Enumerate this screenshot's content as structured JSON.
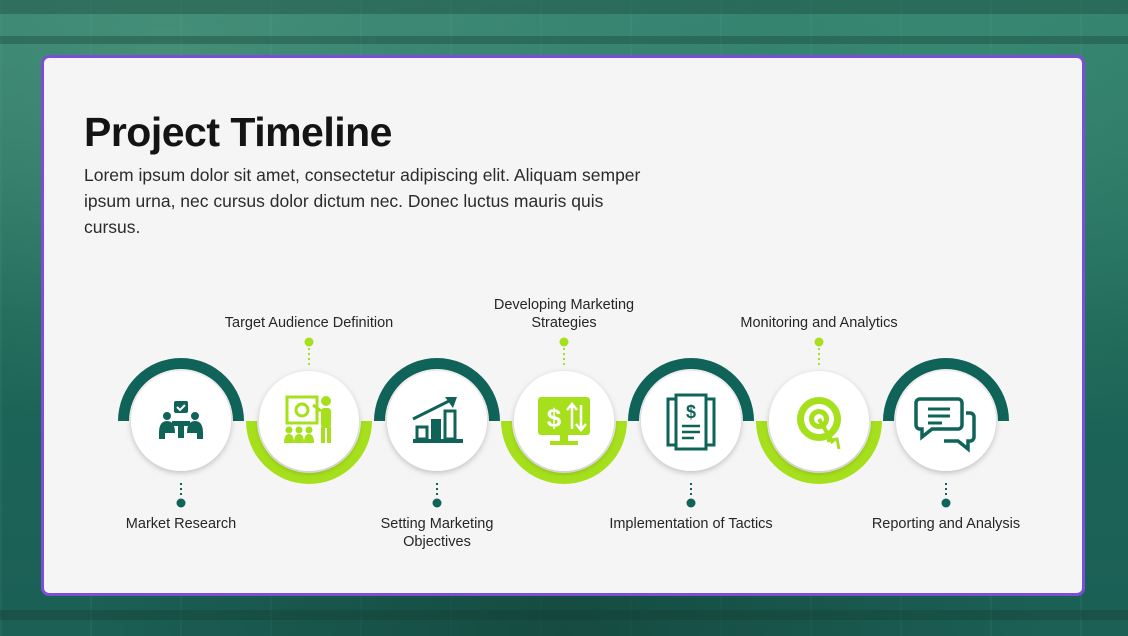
{
  "slide": {
    "title": "Project Timeline",
    "description": "Lorem ipsum dolor sit amet, consectetur adipiscing elit. Aliquam semper ipsum urna, nec cursus dolor dictum nec. Donec luctus mauris quis cursus."
  },
  "colors": {
    "teal": "#0f6359",
    "lime": "#a6e01c",
    "card_border": "#7a4fd6"
  },
  "steps": [
    {
      "label": "Market Research",
      "icon": "team-meeting-icon",
      "arc": "teal"
    },
    {
      "label": "Target Audience Definition",
      "icon": "presentation-icon",
      "arc": "lime"
    },
    {
      "label": "Setting Marketing Objectives",
      "icon": "growth-chart-icon",
      "arc": "teal"
    },
    {
      "label": "Developing Marketing Strategies",
      "icon": "finance-monitor-icon",
      "arc": "lime"
    },
    {
      "label": "Implementation of Tactics",
      "icon": "document-dollar-icon",
      "arc": "teal"
    },
    {
      "label": "Monitoring and Analytics",
      "icon": "target-icon",
      "arc": "lime"
    },
    {
      "label": "Reporting and Analysis",
      "icon": "chat-bubbles-icon",
      "arc": "teal"
    }
  ]
}
